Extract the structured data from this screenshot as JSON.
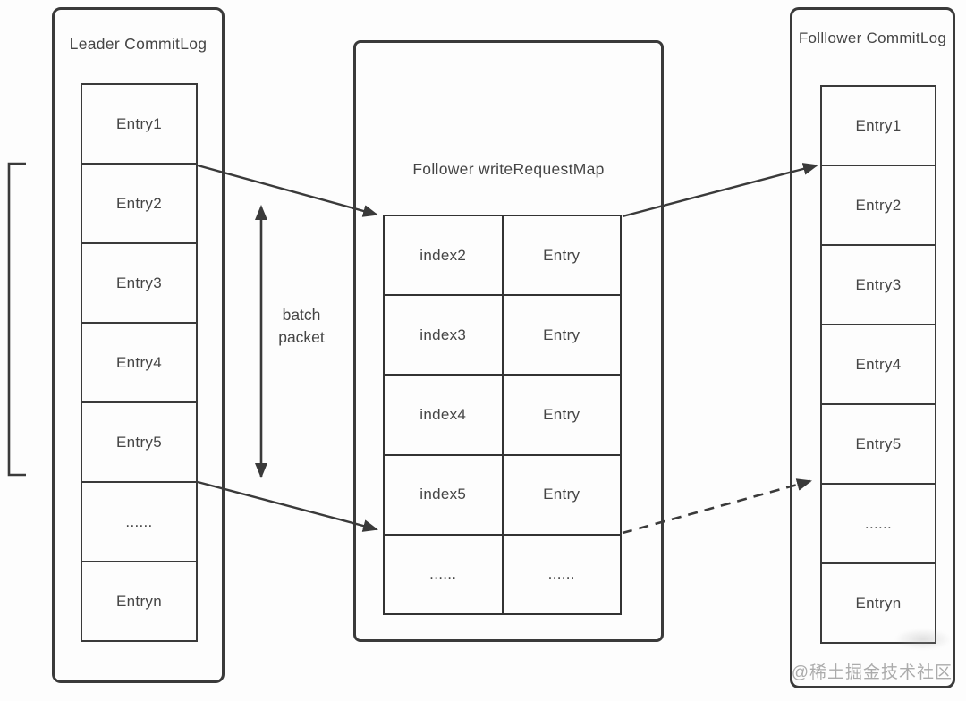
{
  "diagram": {
    "colors": {
      "line": "#3a3a3a",
      "text": "#454545",
      "watermark": "#a3a3a3",
      "background": "#fdfdfd"
    },
    "leader": {
      "title": "Leader CommitLog",
      "entries": [
        "Entry1",
        "Entry2",
        "Entry3",
        "Entry4",
        "Entry5",
        "......",
        "Entryn"
      ]
    },
    "request_map": {
      "title": "Follower writeRequestMap",
      "rows": [
        {
          "index": "index2",
          "value": "Entry"
        },
        {
          "index": "index3",
          "value": "Entry"
        },
        {
          "index": "index4",
          "value": "Entry"
        },
        {
          "index": "index5",
          "value": "Entry"
        },
        {
          "index": "......",
          "value": "......"
        }
      ]
    },
    "follower": {
      "title": "Folllower CommitLog",
      "entries": [
        "Entry1",
        "Entry2",
        "Entry3",
        "Entry4",
        "Entry5",
        "......",
        "Entryn"
      ]
    },
    "batch_label": {
      "line1": "batch",
      "line2": "packet"
    },
    "watermark": "@稀土掘金技术社区"
  }
}
